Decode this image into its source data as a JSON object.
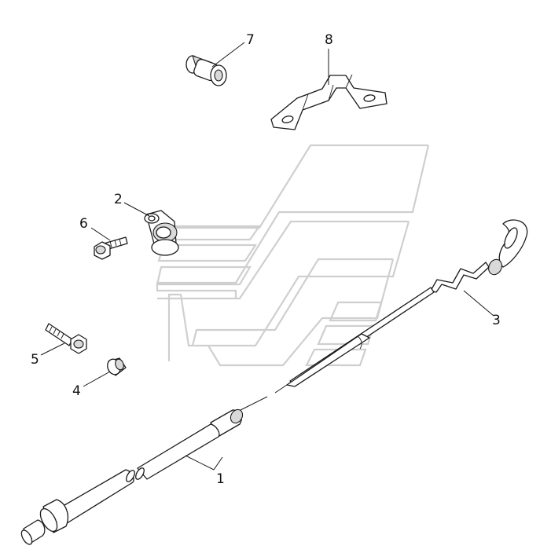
{
  "callouts": {
    "c1": "1",
    "c2": "2",
    "c3": "3",
    "c4": "4",
    "c5": "5",
    "c6": "6",
    "c7": "7",
    "c8": "8"
  },
  "parts": [
    {
      "id": "1",
      "icon": "dipstick-tube-icon"
    },
    {
      "id": "2",
      "icon": "clamp-icon"
    },
    {
      "id": "3",
      "icon": "dipstick-icon"
    },
    {
      "id": "4",
      "icon": "collar-icon"
    },
    {
      "id": "5",
      "icon": "bolt-icon"
    },
    {
      "id": "6",
      "icon": "bolt-icon"
    },
    {
      "id": "7",
      "icon": "grommet-icon"
    },
    {
      "id": "8",
      "icon": "bracket-icon"
    }
  ],
  "colors": {
    "line": "#1a1a1a",
    "watermark": "#cfcfcf",
    "background": "#ffffff"
  }
}
